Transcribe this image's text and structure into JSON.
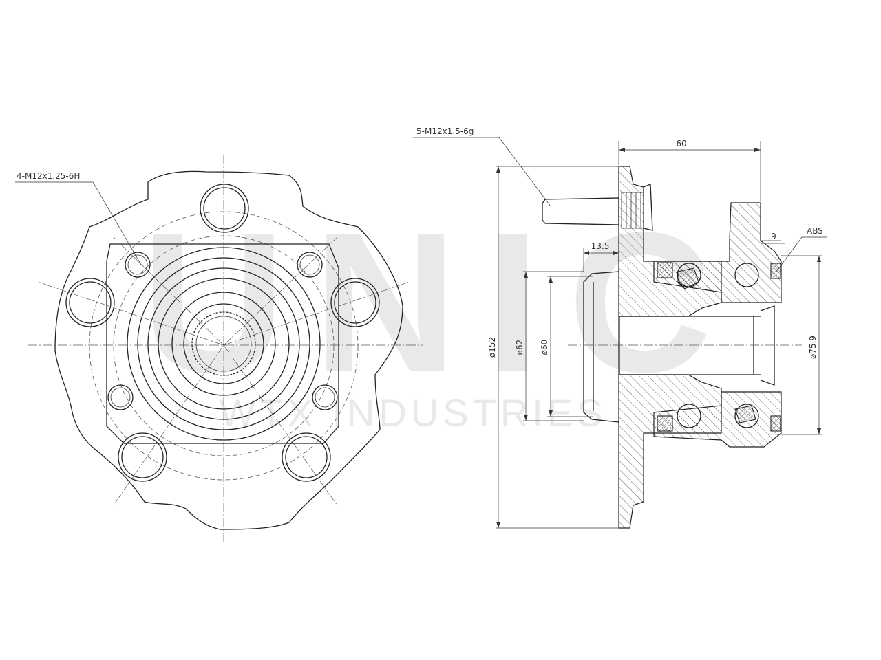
{
  "watermark": {
    "brand": "UNIC",
    "sub": "WTX INDUSTRIES"
  },
  "labels": {
    "front_thread": "4-M12x1.25-6H",
    "stud_thread": "5-M12x1.5-6g",
    "abs": "ABS"
  },
  "dimensions": {
    "width_60": "60",
    "offset_13_5": "13.5",
    "abs_9": "9",
    "dia_152": "ø152",
    "dia_62": "ø62",
    "dia_60": "ø60",
    "dia_75_9": "ø75.9"
  }
}
